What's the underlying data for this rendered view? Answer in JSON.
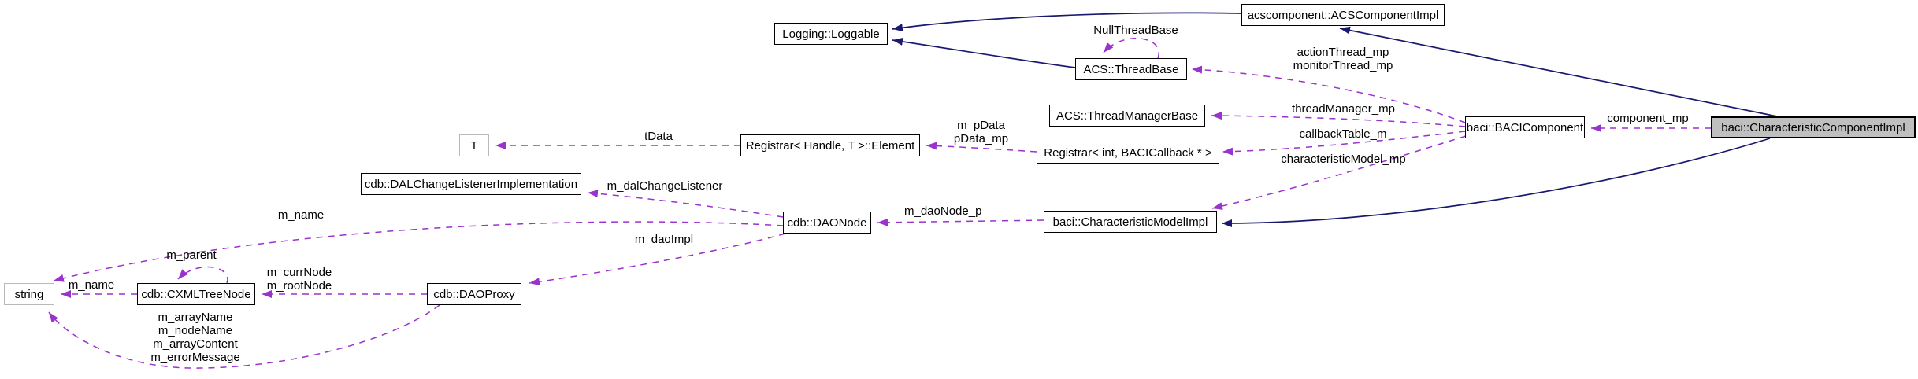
{
  "diagram": {
    "kind": "uml-collaboration-graph",
    "colors": {
      "inheritance_line": "#191970",
      "usage_line": "#9a32cd",
      "node_fill": "#ffffff",
      "node_border": "#000000",
      "external_node_border": "#bab9b9",
      "highlight_node_fill": "#bfbfbf",
      "background": "#ffffff"
    },
    "nodes": {
      "loggable": {
        "label": "Logging::Loggable"
      },
      "acsimpl": {
        "label": "acscomponent::ACSComponentImpl"
      },
      "threadbase": {
        "label": "ACS::ThreadBase"
      },
      "threadmgr": {
        "label": "ACS::ThreadManagerBase"
      },
      "registrar_int": {
        "label": "Registrar< int, BACICallback * >"
      },
      "bacicomp": {
        "label": "baci::BACIComponent"
      },
      "charcomp": {
        "label": "baci::CharacteristicComponentImpl"
      },
      "tbox": {
        "label": "T"
      },
      "regelem": {
        "label": "Registrar< Handle, T >::Element"
      },
      "dallistener": {
        "label": "cdb::DALChangeListenerImplementation"
      },
      "daonode": {
        "label": "cdb::DAONode"
      },
      "charmodel": {
        "label": "baci::CharacteristicModelImpl"
      },
      "stringbox": {
        "label": "string"
      },
      "cxml": {
        "label": "cdb::CXMLTreeNode"
      },
      "daoproxy": {
        "label": "cdb::DAOProxy"
      }
    },
    "edge_labels": {
      "null_threadbase": "NullThreadBase",
      "action_monitor": "actionThread_mp\nmonitorThread_mp",
      "threadmanager": "threadManager_mp",
      "callbacktable": "callbackTable_m",
      "charmodel_mp": "characteristicModel_mp",
      "component_mp": "component_mp",
      "pdata": "m_pData\npData_mp",
      "tdata": "tData",
      "dalchangelistener": "m_dalChangeListener",
      "daonode_p": "m_daoNode_p",
      "mname_top": "m_name",
      "daoimpl": "m_daoImpl",
      "mparent": "m_parent",
      "currnode_rootnode": "m_currNode\nm_rootNode",
      "mname_left": "m_name",
      "string_fields": "m_arrayName\nm_nodeName\nm_arrayContent\nm_errorMessage"
    },
    "edges": [
      {
        "from": "acscomponent::ACSComponentImpl",
        "to": "Logging::Loggable",
        "style": "inheritance"
      },
      {
        "from": "ACS::ThreadBase",
        "to": "Logging::Loggable",
        "style": "inheritance"
      },
      {
        "from": "baci::CharacteristicComponentImpl",
        "to": "acscomponent::ACSComponentImpl",
        "style": "inheritance"
      },
      {
        "from": "baci::CharacteristicComponentImpl",
        "to": "baci::CharacteristicModelImpl",
        "style": "inheritance"
      },
      {
        "from": "ACS::ThreadBase",
        "to": "ACS::ThreadBase",
        "style": "usage",
        "label": "NullThreadBase"
      },
      {
        "from": "baci::BACIComponent",
        "to": "ACS::ThreadBase",
        "style": "usage",
        "label": "actionThread_mp monitorThread_mp"
      },
      {
        "from": "baci::BACIComponent",
        "to": "ACS::ThreadManagerBase",
        "style": "usage",
        "label": "threadManager_mp"
      },
      {
        "from": "baci::BACIComponent",
        "to": "Registrar< int, BACICallback * >",
        "style": "usage",
        "label": "callbackTable_m"
      },
      {
        "from": "baci::BACIComponent",
        "to": "baci::CharacteristicModelImpl",
        "style": "usage",
        "label": "characteristicModel_mp"
      },
      {
        "from": "baci::CharacteristicComponentImpl",
        "to": "baci::BACIComponent",
        "style": "usage",
        "label": "component_mp"
      },
      {
        "from": "Registrar< int, BACICallback * >",
        "to": "Registrar< Handle, T >::Element",
        "style": "usage",
        "label": "m_pData pData_mp"
      },
      {
        "from": "Registrar< Handle, T >::Element",
        "to": "T",
        "style": "usage",
        "label": "tData"
      },
      {
        "from": "cdb::DAONode",
        "to": "cdb::DALChangeListenerImplementation",
        "style": "usage",
        "label": "m_dalChangeListener"
      },
      {
        "from": "baci::CharacteristicModelImpl",
        "to": "cdb::DAONode",
        "style": "usage",
        "label": "m_daoNode_p"
      },
      {
        "from": "cdb::DAONode",
        "to": "string",
        "style": "usage",
        "label": "m_name"
      },
      {
        "from": "cdb::DAONode",
        "to": "cdb::DAOProxy",
        "style": "usage",
        "label": "m_daoImpl"
      },
      {
        "from": "cdb::CXMLTreeNode",
        "to": "cdb::CXMLTreeNode",
        "style": "usage",
        "label": "m_parent"
      },
      {
        "from": "cdb::DAOProxy",
        "to": "cdb::CXMLTreeNode",
        "style": "usage",
        "label": "m_currNode m_rootNode"
      },
      {
        "from": "cdb::CXMLTreeNode",
        "to": "string",
        "style": "usage",
        "label": "m_name"
      },
      {
        "from": "cdb::DAOProxy",
        "to": "string",
        "style": "usage",
        "label": "m_arrayName m_nodeName m_arrayContent m_errorMessage"
      }
    ]
  }
}
